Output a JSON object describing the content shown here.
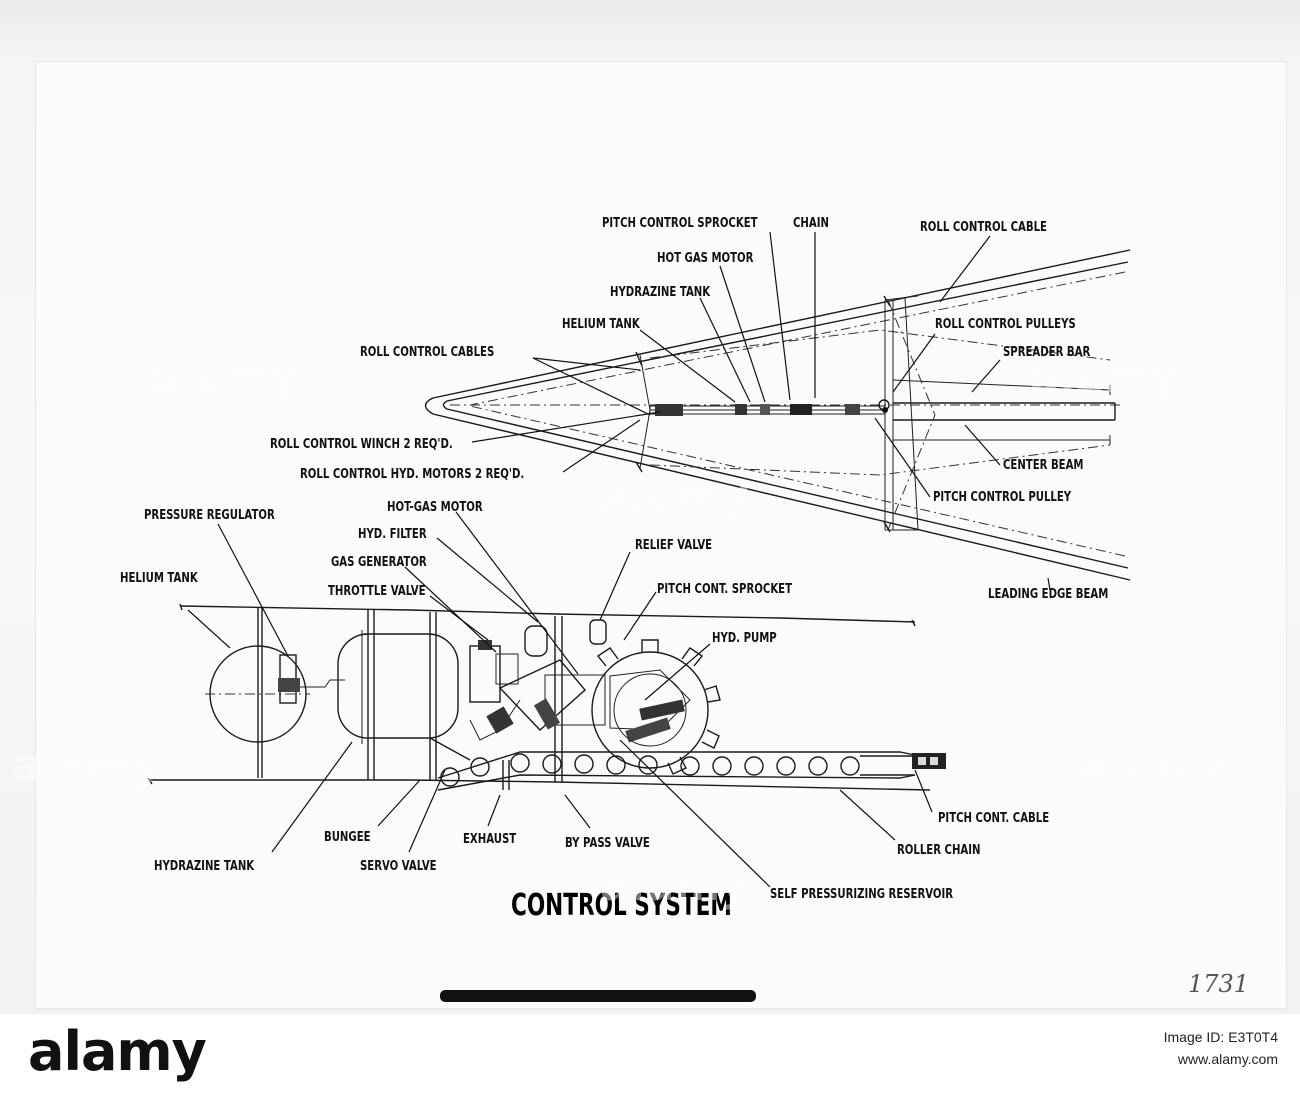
{
  "diagram": {
    "title": "CONTROL SYSTEM",
    "handwritten_number": "1731",
    "wing_labels": {
      "pitch_control_sprocket": "PITCH CONTROL SPROCKET",
      "chain": "CHAIN",
      "roll_control_cable": "ROLL CONTROL CABLE",
      "hot_gas_motor": "HOT GAS MOTOR",
      "hydrazine_tank": "HYDRAZINE TANK",
      "helium_tank": "HELIUM TANK",
      "roll_control_pulleys": "ROLL CONTROL PULLEYS",
      "roll_control_cables": "ROLL CONTROL CABLES",
      "spreader_bar": "SPREADER BAR",
      "roll_control_winch": "ROLL CONTROL WINCH 2 REQ'D.",
      "roll_control_hyd_motors": "ROLL CONTROL HYD. MOTORS 2 REQ'D.",
      "center_beam": "CENTER BEAM",
      "pitch_control_pulley": "PITCH CONTROL PULLEY",
      "leading_edge_beam": "LEADING EDGE BEAM"
    },
    "detail_labels": {
      "hot_gas_motor": "HOT-GAS MOTOR",
      "pressure_regulator": "PRESSURE REGULATOR",
      "hyd_filter": "HYD. FILTER",
      "relief_valve": "RELIEF VALVE",
      "gas_generator": "GAS GENERATOR",
      "helium_tank": "HELIUM TANK",
      "throttle_valve": "THROTTLE VALVE",
      "pitch_cont_sprocket": "PITCH CONT. SPROCKET",
      "hyd_pump": "HYD. PUMP",
      "pitch_cont_cable": "PITCH CONT. CABLE",
      "bungee": "BUNGEE",
      "exhaust": "EXHAUST",
      "by_pass_valve": "BY PASS VALVE",
      "roller_chain": "ROLLER CHAIN",
      "hydrazine_tank": "HYDRAZINE TANK",
      "servo_valve": "SERVO VALVE",
      "self_pressurizing_reservoir": "SELF PRESSURIZING RESERVOIR"
    }
  },
  "watermark": {
    "text": "alamy"
  },
  "footer": {
    "brand": "alamy",
    "image_id_line": "Image ID: E3T0T4",
    "site": "www.alamy.com"
  }
}
